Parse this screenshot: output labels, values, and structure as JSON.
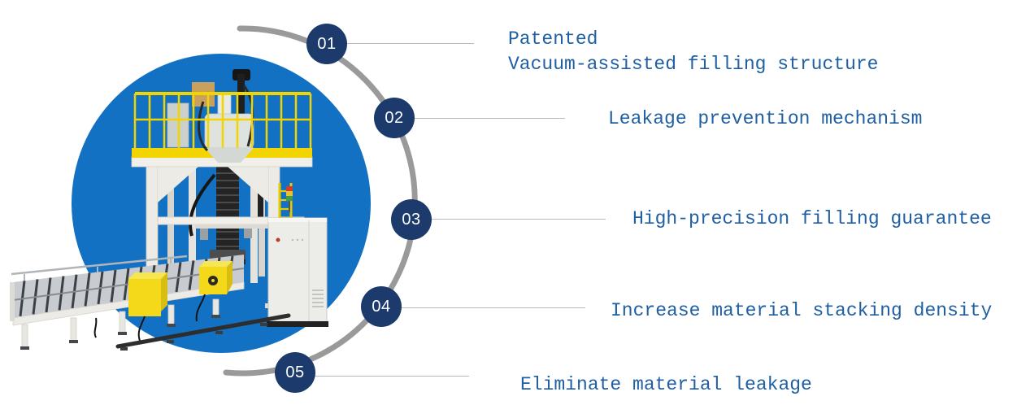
{
  "illustration": {
    "name": "bulk-bag-filling-machine-photo",
    "backdrop_circle_color": "#1371c4"
  },
  "theme": {
    "badge_color": "#1c3a6b",
    "badge_text_color": "#ffffff",
    "arc_color": "#9a9a9a",
    "leader_line_color": "#b3bac1",
    "label_text_color": "#1f5fa2"
  },
  "features": [
    {
      "number": "01",
      "label": "Patented\nVacuum-assisted filling structure"
    },
    {
      "number": "02",
      "label": "Leakage prevention mechanism"
    },
    {
      "number": "03",
      "label": "High-precision filling guarantee"
    },
    {
      "number": "04",
      "label": "Increase material stacking density"
    },
    {
      "number": "05",
      "label": "Eliminate material leakage"
    }
  ]
}
